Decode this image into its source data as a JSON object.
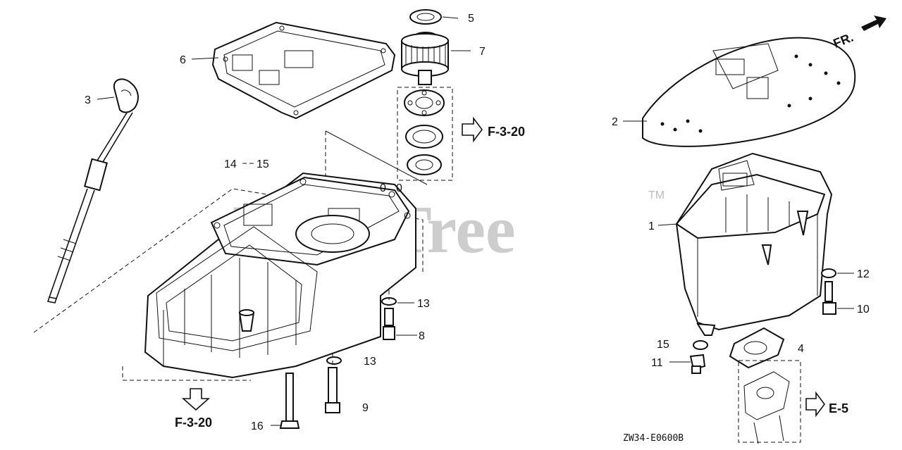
{
  "callouts": [
    {
      "id": "c1",
      "text": "1"
    },
    {
      "id": "c2",
      "text": "2"
    },
    {
      "id": "c3",
      "text": "3"
    },
    {
      "id": "c4",
      "text": "4"
    },
    {
      "id": "c5",
      "text": "5"
    },
    {
      "id": "c6",
      "text": "6"
    },
    {
      "id": "c7",
      "text": "7"
    },
    {
      "id": "c8",
      "text": "8"
    },
    {
      "id": "c9",
      "text": "9"
    },
    {
      "id": "c10",
      "text": "10"
    },
    {
      "id": "c11",
      "text": "11"
    },
    {
      "id": "c12",
      "text": "12"
    },
    {
      "id": "c13a",
      "text": "13"
    },
    {
      "id": "c13b",
      "text": "13"
    },
    {
      "id": "c14",
      "text": "14"
    },
    {
      "id": "c15a",
      "text": "15"
    },
    {
      "id": "c0a",
      "text": "0"
    },
    {
      "id": "c0b",
      "text": "0"
    },
    {
      "id": "c15b",
      "text": "15"
    },
    {
      "id": "c16",
      "text": "16"
    }
  ],
  "references": {
    "upper": "F-3-20",
    "lower": "F-3-20",
    "right": "E-5"
  },
  "front_indicator": "FR.",
  "drawing_code": "ZW34-E0600B",
  "watermark": {
    "brand": "PartsTree",
    "trademark": "TM"
  }
}
